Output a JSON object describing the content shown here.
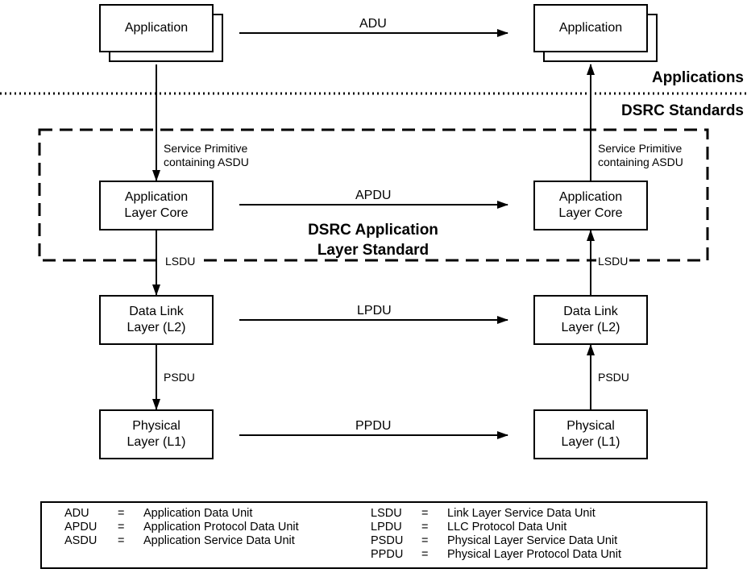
{
  "region_labels": {
    "applications": "Applications",
    "dsrc_standards": "DSRC Standards"
  },
  "standard_label": {
    "line1": "DSRC Application",
    "line2": "Layer Standard"
  },
  "left_stack": {
    "application": "Application",
    "alc": {
      "line1": "Application",
      "line2": "Layer Core"
    },
    "dll": {
      "line1": "Data Link",
      "line2": "Layer (L2)"
    },
    "phy": {
      "line1": "Physical",
      "line2": "Layer (L1)"
    }
  },
  "right_stack": {
    "application": "Application",
    "alc": {
      "line1": "Application",
      "line2": "Layer Core"
    },
    "dll": {
      "line1": "Data Link",
      "line2": "Layer (L2)"
    },
    "phy": {
      "line1": "Physical",
      "line2": "Layer (L1)"
    }
  },
  "peer_labels": {
    "adu": "ADU",
    "apdu": "APDU",
    "lpdu": "LPDU",
    "ppdu": "PPDU"
  },
  "vertical_labels": {
    "service_primitive": {
      "line1": "Service Primitive",
      "line2": "containing ASDU"
    },
    "lsdu": "LSDU",
    "psdu": "PSDU"
  },
  "legend": {
    "left": [
      {
        "abbr": "ADU",
        "eq": "=",
        "desc": "Application Data Unit"
      },
      {
        "abbr": "APDU",
        "eq": "=",
        "desc": "Application Protocol Data Unit"
      },
      {
        "abbr": "ASDU",
        "eq": "=",
        "desc": "Application Service Data Unit"
      }
    ],
    "right": [
      {
        "abbr": "LSDU",
        "eq": "=",
        "desc": "Link Layer Service Data Unit"
      },
      {
        "abbr": "LPDU",
        "eq": "=",
        "desc": "LLC Protocol Data Unit"
      },
      {
        "abbr": "PSDU",
        "eq": "=",
        "desc": "Physical Layer Service Data Unit"
      },
      {
        "abbr": "PPDU",
        "eq": "=",
        "desc": "Physical Layer Protocol Data Unit"
      }
    ]
  }
}
